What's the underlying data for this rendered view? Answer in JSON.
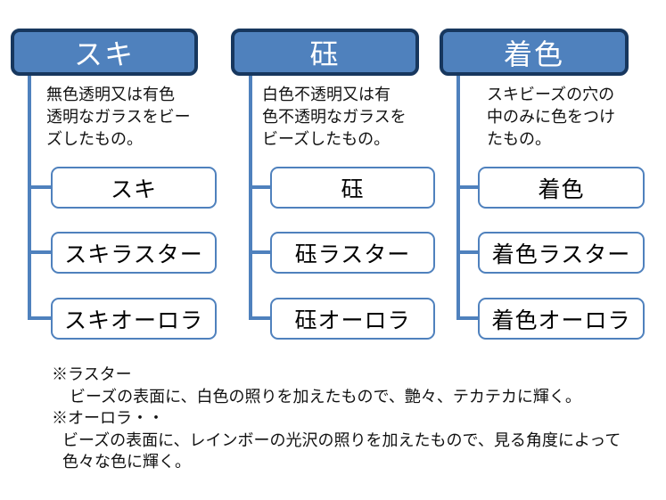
{
  "diagram": {
    "type": "hierarchy",
    "colors": {
      "header_fill": "#4F81BD",
      "header_border": "#17375E",
      "header_text": "#FFFFFF",
      "child_border": "#4F81BD",
      "child_fill": "#FFFFFF",
      "connector": "#4F81BD",
      "body_text": "#111111"
    },
    "columns": [
      {
        "header": "スキ",
        "description": "無色透明又は有色\n透明なガラスをビー\nズしたもの。",
        "children": [
          "スキ",
          "スキラスター",
          "スキオーロラ"
        ]
      },
      {
        "header": "砡",
        "description": "白色不透明又は有\n色不透明なガラスを\nビーズしたもの。",
        "children": [
          "砡",
          "砡ラスター",
          "砡オーロラ"
        ]
      },
      {
        "header": "着色",
        "description": "スキビーズの穴の\n中のみに色をつけ\nたもの。",
        "children": [
          "着色",
          "着色ラスター",
          "着色オーロラ"
        ]
      }
    ],
    "notes": [
      "※ラスター",
      "ビーズの表面に、白色の照りを加えたもので、艶々、テカテカに輝く。",
      "※オーロラ・・",
      "ビーズの表面に、レインボーの光沢の照りを加えたもので、見る角度によって",
      "色々な色に輝く。"
    ]
  }
}
